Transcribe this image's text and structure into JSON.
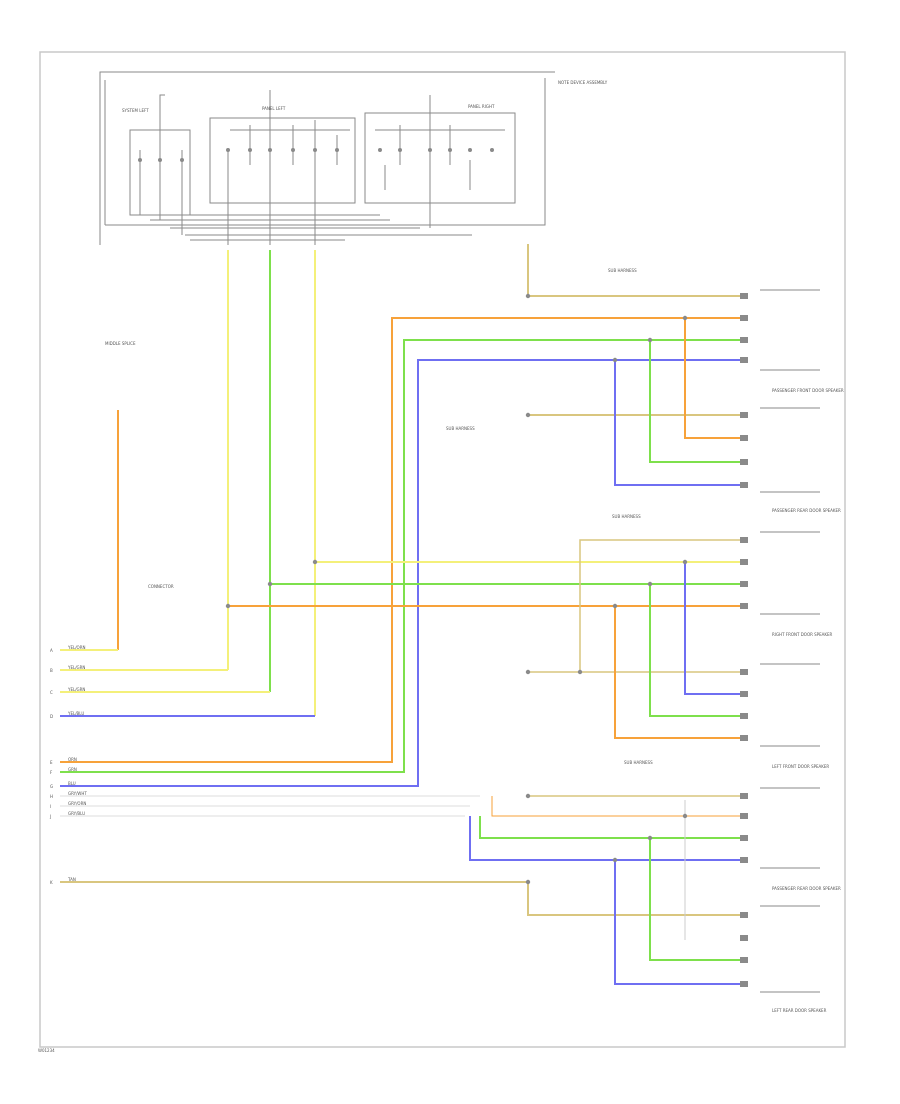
{
  "diagram": {
    "figure_id": "W01234",
    "colors": {
      "orange": "#f7a23a",
      "green": "#7ee04c",
      "yellow": "#f4f07a",
      "blue": "#6f6ff2",
      "tan": "#d9c67f",
      "gray": "#8a8a8a",
      "frame": "#c8c8c8"
    },
    "top_labels": {
      "system_left": "SYSTEM LEFT",
      "panel_left": "PANEL LEFT",
      "panel_right": "PANEL RIGHT",
      "note": "NOTE DEVICE ASSEMBLY"
    },
    "connector_labels": {
      "mid_left_1": "MIDDLE SPLICE",
      "mid_left_2": "CONNECTOR",
      "sub_1": "SUB HARNESS",
      "sub_2": "SUB HARNESS",
      "sub_3": "SUB HARNESS",
      "sub_4": "SUB HARNESS"
    },
    "right_devices": [
      "PASSENGER FRONT DOOR SPEAKER",
      "PASSENGER REAR DOOR SPEAKER",
      "RIGHT FRONT DOOR SPEAKER",
      "LEFT FRONT DOOR SPEAKER",
      "PASSENGER REAR DOOR SPEAKER",
      "LEFT REAR DOOR SPEAKER"
    ],
    "left_wire_labels": [
      "YEL/ORN",
      "YEL/GRN",
      "YEL/GRN",
      "YEL/BLU",
      "ORN",
      "GRN",
      "BLU",
      "GRY/WHT",
      "GRY/ORN",
      "GRY/BLU",
      "TAN"
    ],
    "pin_labels": [
      "A",
      "B",
      "C",
      "D",
      "E",
      "F",
      "G",
      "H",
      "I",
      "J",
      "K"
    ]
  }
}
